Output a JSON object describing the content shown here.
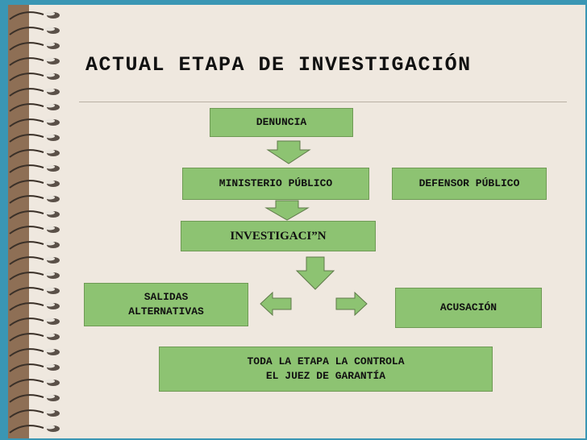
{
  "title": "ACTUAL ETAPA DE INVESTIGACIÓN",
  "nodes": {
    "denuncia": "DENUNCIA",
    "ministerio": "MINISTERIO PÚBLICO",
    "defensor": "DEFENSOR PÚBLICO",
    "investigacion": "INVESTIGACI”N",
    "salidas": "SALIDAS\nALTERNATIVAS",
    "acusacion": "ACUSACIÓN",
    "juez": "TODA LA ETAPA LA CONTROLA\nEL JUEZ DE GARANTÍA"
  },
  "colors": {
    "background": "#3a96b4",
    "slide": "#efe8df",
    "box_fill": "#8dc372",
    "arrow_fill": "#8dc372"
  }
}
